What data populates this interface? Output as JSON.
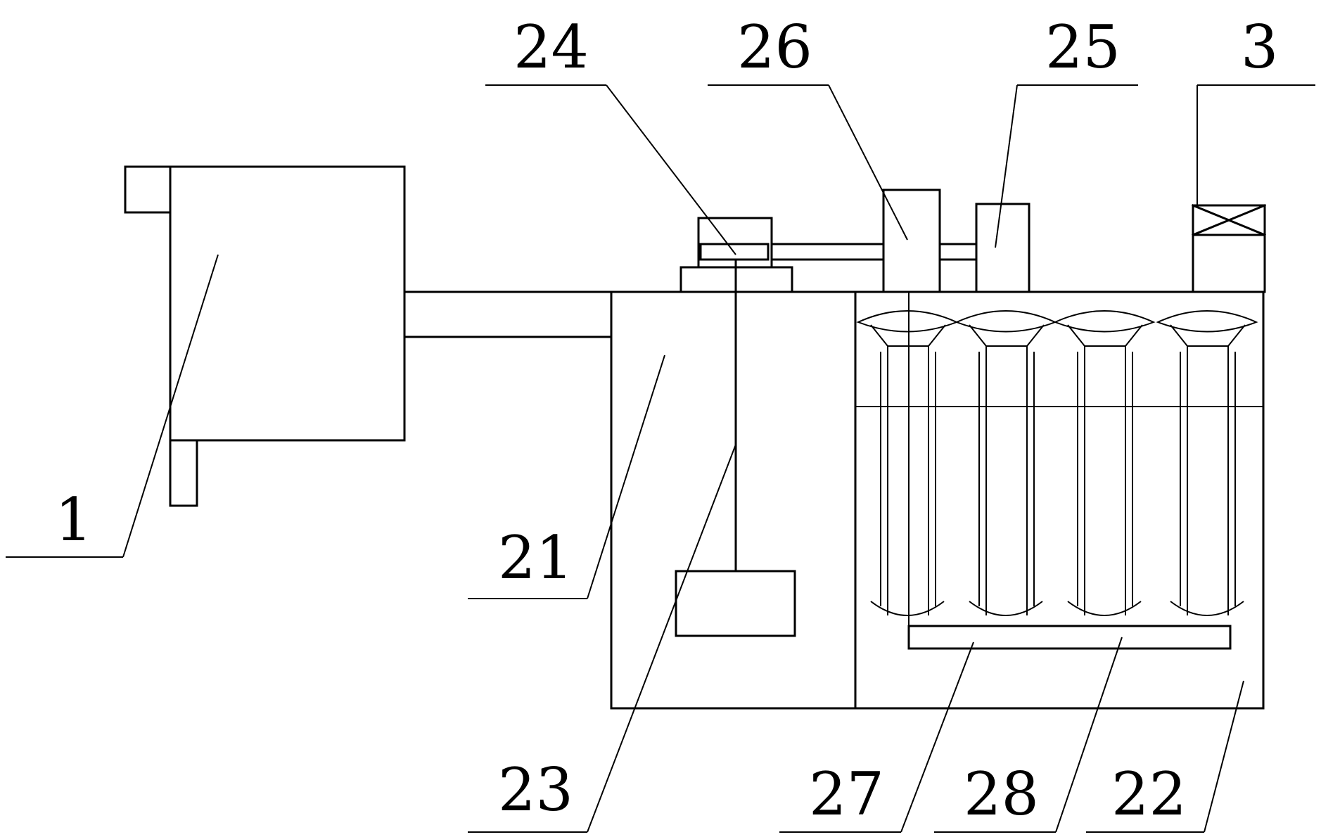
{
  "labels": {
    "l1": "1",
    "l3": "3",
    "l21": "21",
    "l22": "22",
    "l23": "23",
    "l24": "24",
    "l25": "25",
    "l26": "26",
    "l27": "27",
    "l28": "28"
  }
}
